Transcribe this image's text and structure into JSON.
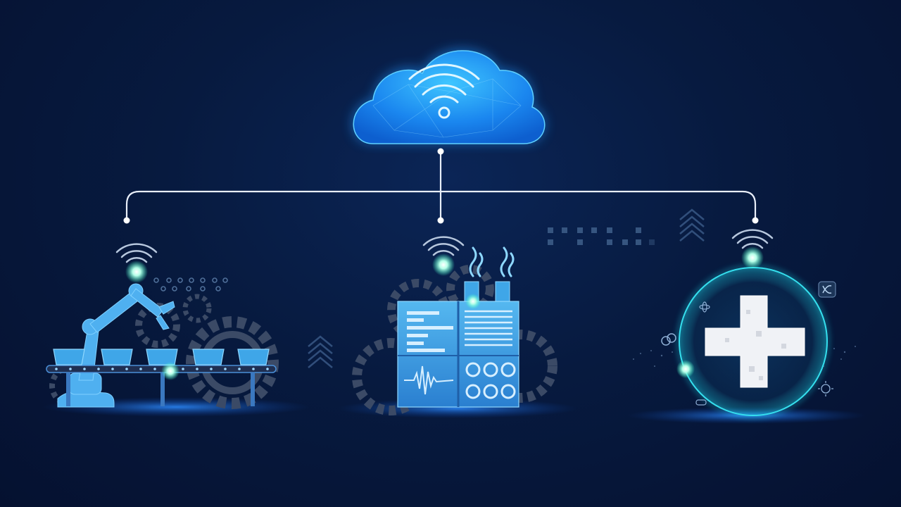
{
  "colors": {
    "background": "#061536",
    "accent": "#1e8cf0",
    "cloud": "#1aa3ff",
    "connector": "#e8eef8",
    "glow": "#9fffe8",
    "gear": "#3b4a66",
    "machine": "#3fa6e8"
  },
  "nodes": [
    {
      "id": "cloud",
      "icon": "cloud-wifi-icon"
    },
    {
      "id": "manufacturing",
      "icon": "robot-arm-conveyor-icon"
    },
    {
      "id": "factory",
      "icon": "factory-machine-icon"
    },
    {
      "id": "healthcare",
      "icon": "medical-cross-icon"
    }
  ]
}
